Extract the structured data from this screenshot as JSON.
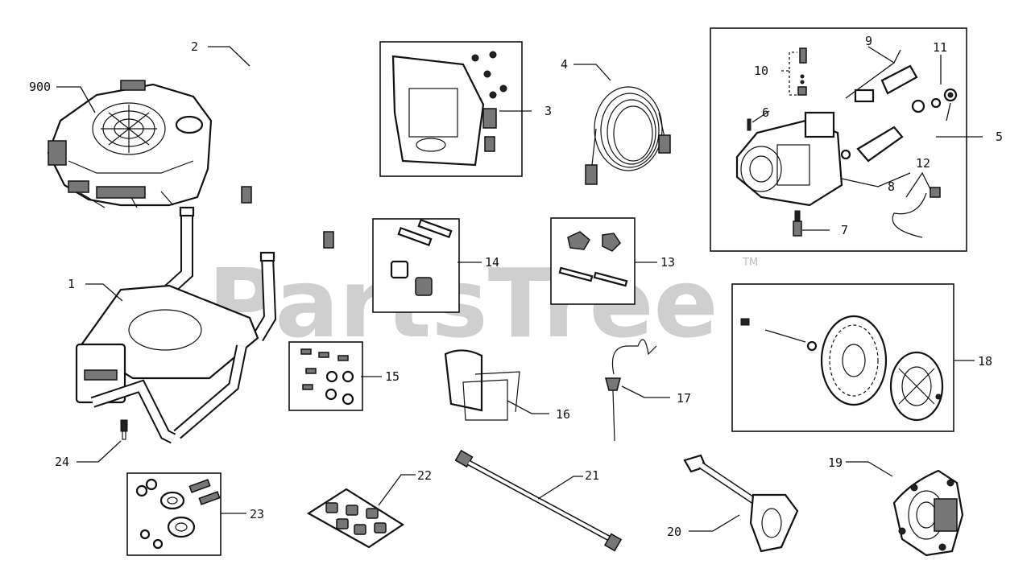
{
  "watermark": {
    "text": "PartsTree",
    "trademark": "TM"
  },
  "callouts": {
    "c900": "900",
    "c1": "1",
    "c2": "2",
    "c3": "3",
    "c4": "4",
    "c5": "5",
    "c6": "6",
    "c7": "7",
    "c8": "8",
    "c9": "9",
    "c10": "10",
    "c11": "11",
    "c12": "12",
    "c13": "13",
    "c14": "14",
    "c15": "15",
    "c16": "16",
    "c17": "17",
    "c18": "18",
    "c19": "19",
    "c20": "20",
    "c21": "21",
    "c22": "22",
    "c23": "23",
    "c24": "24"
  }
}
